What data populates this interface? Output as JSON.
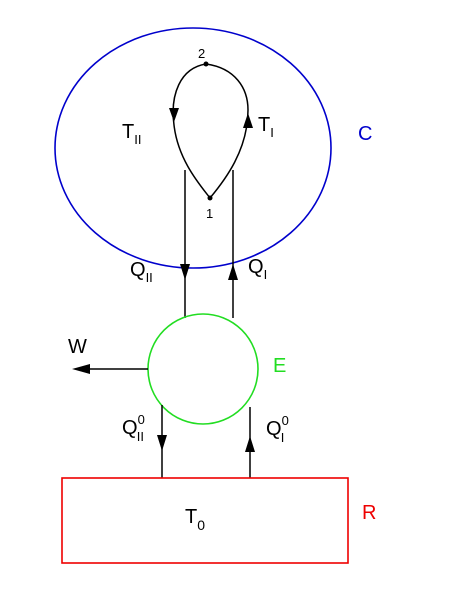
{
  "system": {
    "label": "C",
    "color": "#0000cc"
  },
  "engine": {
    "label": "E",
    "color": "#22dd22"
  },
  "reservoir": {
    "label": "R",
    "temperature": "T",
    "temperature_sub": "0",
    "color": "#ee0000"
  },
  "cycle": {
    "state_top": "2",
    "state_bottom": "1",
    "left_branch": {
      "main": "T",
      "sub": "II"
    },
    "right_branch": {
      "main": "T",
      "sub": "I"
    }
  },
  "heats": {
    "q2": {
      "main": "Q",
      "sub": "II"
    },
    "q1": {
      "main": "Q",
      "sub": "I"
    },
    "q2_0": {
      "main": "Q",
      "sup": "0",
      "sub": "II"
    },
    "q1_0": {
      "main": "Q",
      "sup": "0",
      "sub": "I"
    }
  },
  "work": {
    "label": "W"
  },
  "colors": {
    "line": "#000000"
  }
}
